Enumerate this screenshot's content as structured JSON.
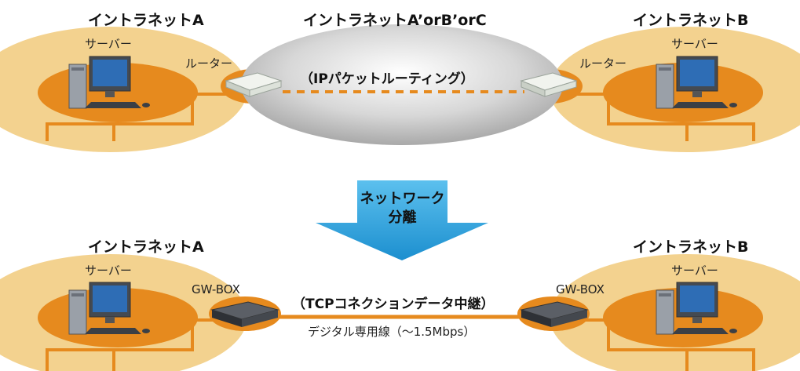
{
  "top": {
    "left_network": "イントラネットA",
    "center_network": "イントラネットA’orB’orC",
    "right_network": "イントラネットB",
    "left_server": "サーバー",
    "right_server": "サーバー",
    "left_router": "ルーター",
    "right_router": "ルーター",
    "routing": "（IPパケットルーティング）"
  },
  "transition": {
    "line1": "ネットワーク",
    "line2": "分離"
  },
  "bottom": {
    "left_network": "イントラネットA",
    "right_network": "イントラネットB",
    "left_server": "サーバー",
    "right_server": "サーバー",
    "left_gw": "GW-BOX",
    "right_gw": "GW-BOX",
    "relay": "（TCPコネクションデータ中継）",
    "line_spec": "デジタル専用線（〜1.5Mbps）"
  },
  "colors": {
    "network_fill": "#f3d28f",
    "lan_ring": "#e68a1e",
    "arrow": "#2a9fd8"
  }
}
